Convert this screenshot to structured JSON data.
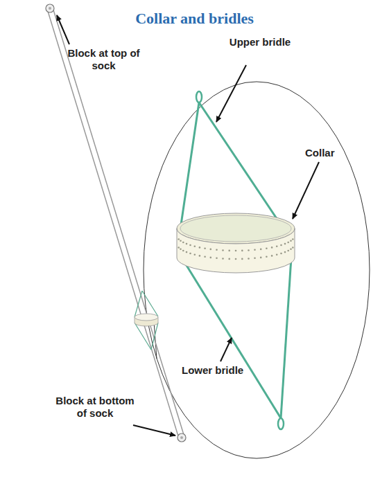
{
  "diagram": {
    "title": "Collar and bridles",
    "labels": [
      "Block at top of sock",
      "Upper bridle",
      "Collar",
      "Lower bridle",
      "Block at bottom of sock"
    ]
  }
}
